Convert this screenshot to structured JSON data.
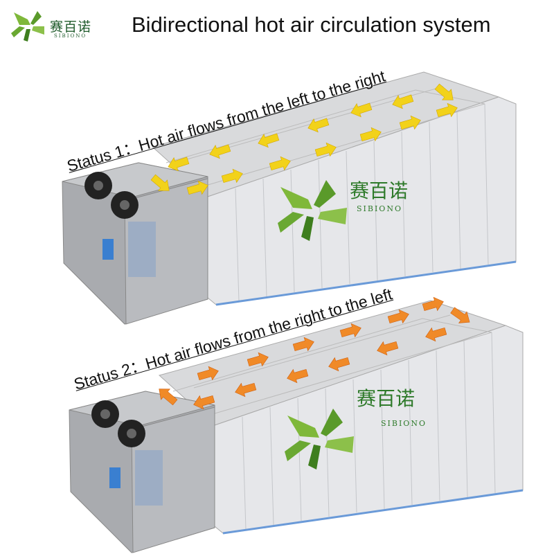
{
  "brand": {
    "name_cn": "赛百诺",
    "name_en": "SIBIONO",
    "green": "#5a9a2a",
    "dark_green": "#1e5a2a"
  },
  "header": {
    "title": "Bidirectional hot air circulation system"
  },
  "status1": {
    "label": "Status 1：Hot air flows from the left to the right",
    "arrow_color": "#f2d21a"
  },
  "status2": {
    "label": "Status 2：Hot air flows from the right to the left",
    "arrow_color": "#f08a28"
  }
}
